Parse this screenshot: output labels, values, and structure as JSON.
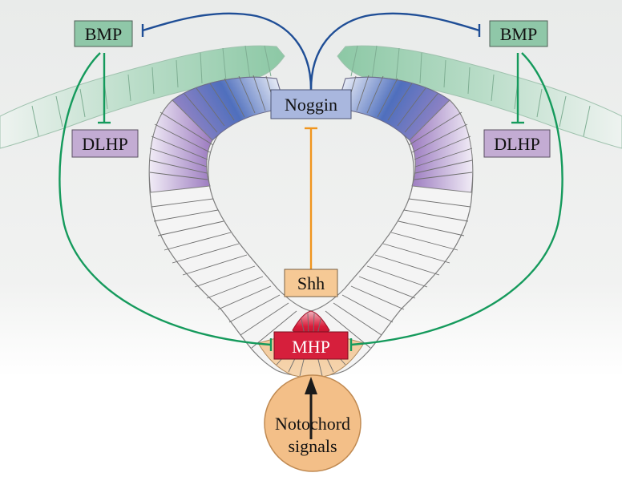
{
  "labels": {
    "bmp_left": "BMP",
    "bmp_right": "BMP",
    "dlhp_left": "DLHP",
    "dlhp_right": "DLHP",
    "noggin": "Noggin",
    "shh": "Shh",
    "mhp": "MHP",
    "notochord_line1": "Notochord",
    "notochord_line2": "signals"
  },
  "colors": {
    "bmp_box": "#8fc7a8",
    "dlhp_box": "#c3acd3",
    "noggin_box": "#a9b7de",
    "shh_box": "#f6c995",
    "mhp_box": "#d61f3c",
    "notochord": "#f3bf88",
    "green_line": "#159a5c",
    "blue_line": "#1f4e96",
    "orange_line": "#f0951e"
  }
}
